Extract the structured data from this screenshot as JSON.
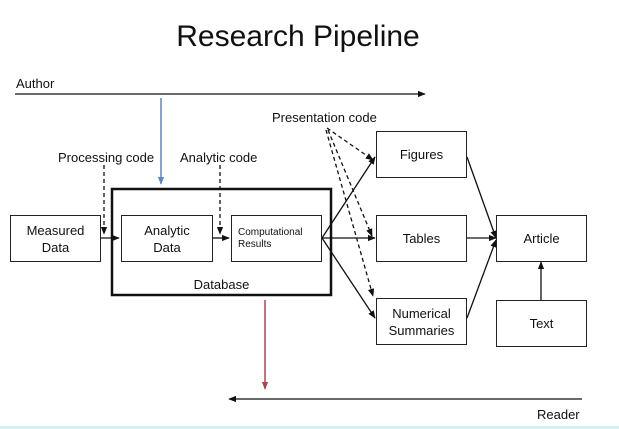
{
  "title": "Research Pipeline",
  "labels": {
    "author": "Author",
    "reader": "Reader",
    "processing_code": "Processing code",
    "analytic_code": "Analytic code",
    "presentation_code": "Presentation code",
    "database": "Database"
  },
  "boxes": {
    "measured_data": "Measured\nData",
    "analytic_data": "Analytic\nData",
    "computational_results": "Computational\nResults",
    "figures": "Figures",
    "tables": "Tables",
    "numerical_summaries": "Numerical\nSummaries",
    "article": "Article",
    "text": "Text"
  },
  "colors": {
    "line": "#111111",
    "author_arrow": "#5b86c2",
    "reader_arrow": "#b2434c"
  }
}
